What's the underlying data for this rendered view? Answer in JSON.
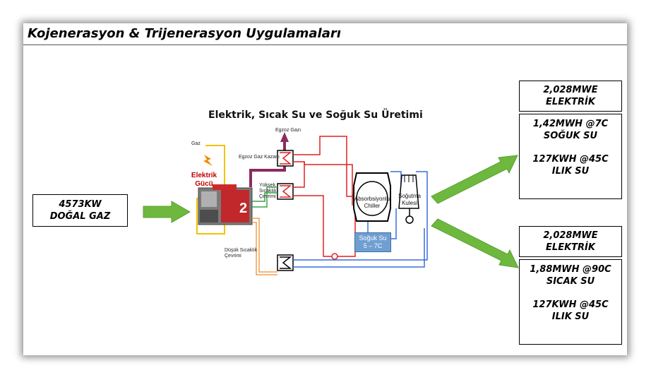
{
  "title": "Kojenerasyon & Trijenerasyon Uygulamaları",
  "diagram_title": "Elektrik, Sıcak Su ve Soğuk Su Üretimi",
  "input_box": {
    "line1": "4573KW",
    "line2": "DOĞAL GAZ"
  },
  "output_top": {
    "elec_line1": "2,028MWE",
    "elec_line2": "ELEKTRİK",
    "line1": "1,42MWH @7C",
    "line2": "SOĞUK SU",
    "line3": "127KWH @45C",
    "line4": "ILIK SU"
  },
  "output_bottom": {
    "elec_line1": "2,028MWE",
    "elec_line2": "ELEKTRİK",
    "line1": "1,88MWH @90C",
    "line2": "SICAK SU",
    "line3": "127KWH @45C",
    "line4": "ILIK SU"
  },
  "labels": {
    "gaz": "Gaz",
    "egzoz_gazi": "Egzoz Gazı",
    "egzoz_gaz_kazani": "Egzoz Gaz Kazanı",
    "yuksek_1": "Yüksek",
    "yuksek_2": "Sıcaklık",
    "yuksek_3": "Çevrimi",
    "dusuk_1": "Düşük Sıcaklık",
    "dusuk_2": "Çevrimi",
    "elektrik_1": "Elektrik",
    "elektrik_2": "Gücü",
    "chiller_1": "Absorbsiyonlu",
    "chiller_2": "Chiller",
    "sogutma_1": "Soğutma",
    "sogutma_2": "Kulesi",
    "soguk_su_1": "Soğuk Su",
    "soguk_su_2": "5 – 7C"
  },
  "colors": {
    "arrow_green": "#6fb83f",
    "hot_red": "#e02020",
    "cold_blue": "#3a6fd8",
    "exhaust_purple": "#8b2b5e",
    "gas_yellow": "#f2c200",
    "low_temp_orange": "#f0a050",
    "high_temp_green": "#3aa04a"
  }
}
